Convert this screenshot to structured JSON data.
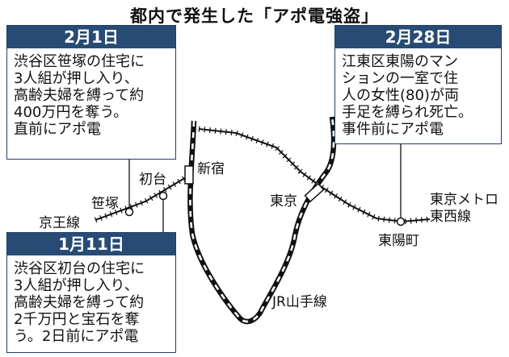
{
  "title": "都内で発生した「アポ電強盗」",
  "incidents": [
    {
      "date": "2月1日",
      "text": "渋谷区笹塚の住宅に\n3人組が押し入り、\n高齢夫婦を縛って約\n400万円を奪う。\n直前にアポ電"
    },
    {
      "date": "2月28日",
      "text": "江東区東陽のマン\nションの一室で住\n人の女性(80)が両\n手足を縛られ死亡。\n事件前にアポ電"
    },
    {
      "date": "1月11日",
      "text": "渋谷区初台の住宅に\n3人組が押し入り、\n高齢夫婦を縛って約\n2千万円と宝石を奪\nう。2日前にアポ電"
    }
  ],
  "places": {
    "shinjuku": "新宿",
    "hatsudai": "初台",
    "sasazuka": "笹塚",
    "keio": "京王線",
    "tokyo": "東京",
    "toyocho": "東陽町",
    "metro1": "東京メトロ",
    "metro2": "東西線",
    "yamanote": "JR山手線"
  },
  "colors": {
    "navy": "#274b74",
    "line": "#111111"
  }
}
